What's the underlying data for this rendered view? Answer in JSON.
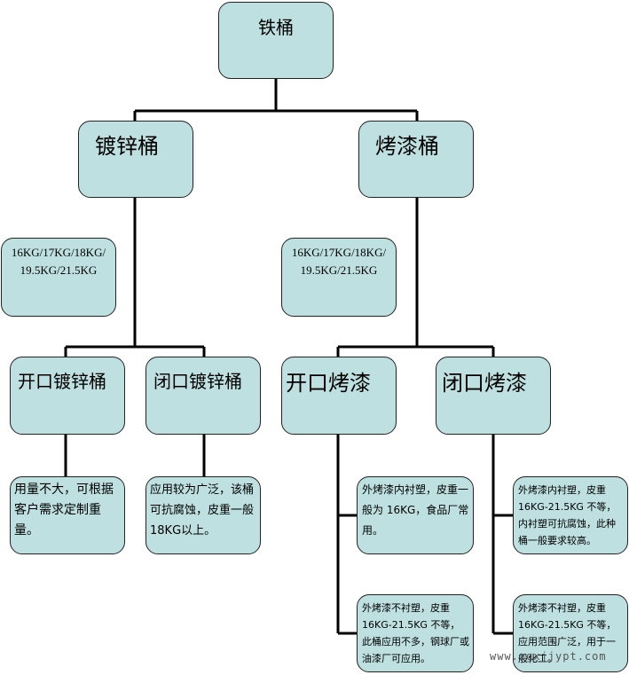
{
  "root": {
    "label": "铁桶"
  },
  "galvanized": {
    "label": "镀锌桶",
    "weights": [
      "16KG/17KG/18KG/",
      "19.5KG/21.5KG"
    ],
    "open": {
      "label": "开口镀锌桶",
      "desc": "用量不大，可根据客户需求定制重量。"
    },
    "closed": {
      "label": "闭口镀锌桶",
      "desc": "应用较为广泛，该桶可抗腐蚀，皮重一般18KG以上。"
    }
  },
  "painted": {
    "label": "烤漆桶",
    "weights": [
      "16KG/17KG/18KG/",
      "19.5KG/21.5KG"
    ],
    "open": {
      "label": "开口烤漆",
      "desc1": "外烤漆内衬塑，皮重一般为 16KG，食品厂常用。",
      "desc2": "外烤漆不衬塑，皮重 16KG-21.5KG 不等，此桶应用不多，钢球厂或油漆厂可应用。"
    },
    "closed": {
      "label": "闭口烤漆",
      "desc1": "外烤漆内衬塑，皮重 16KG-21.5KG 不等，内衬塑可抗腐蚀，此种桶一般要求较高。",
      "desc2": "外烤漆不衬塑，皮重 16KG-21.5KG 不等，应用范围广泛，用于一般化工。"
    }
  },
  "watermark": "www.zgxjjypt.com"
}
